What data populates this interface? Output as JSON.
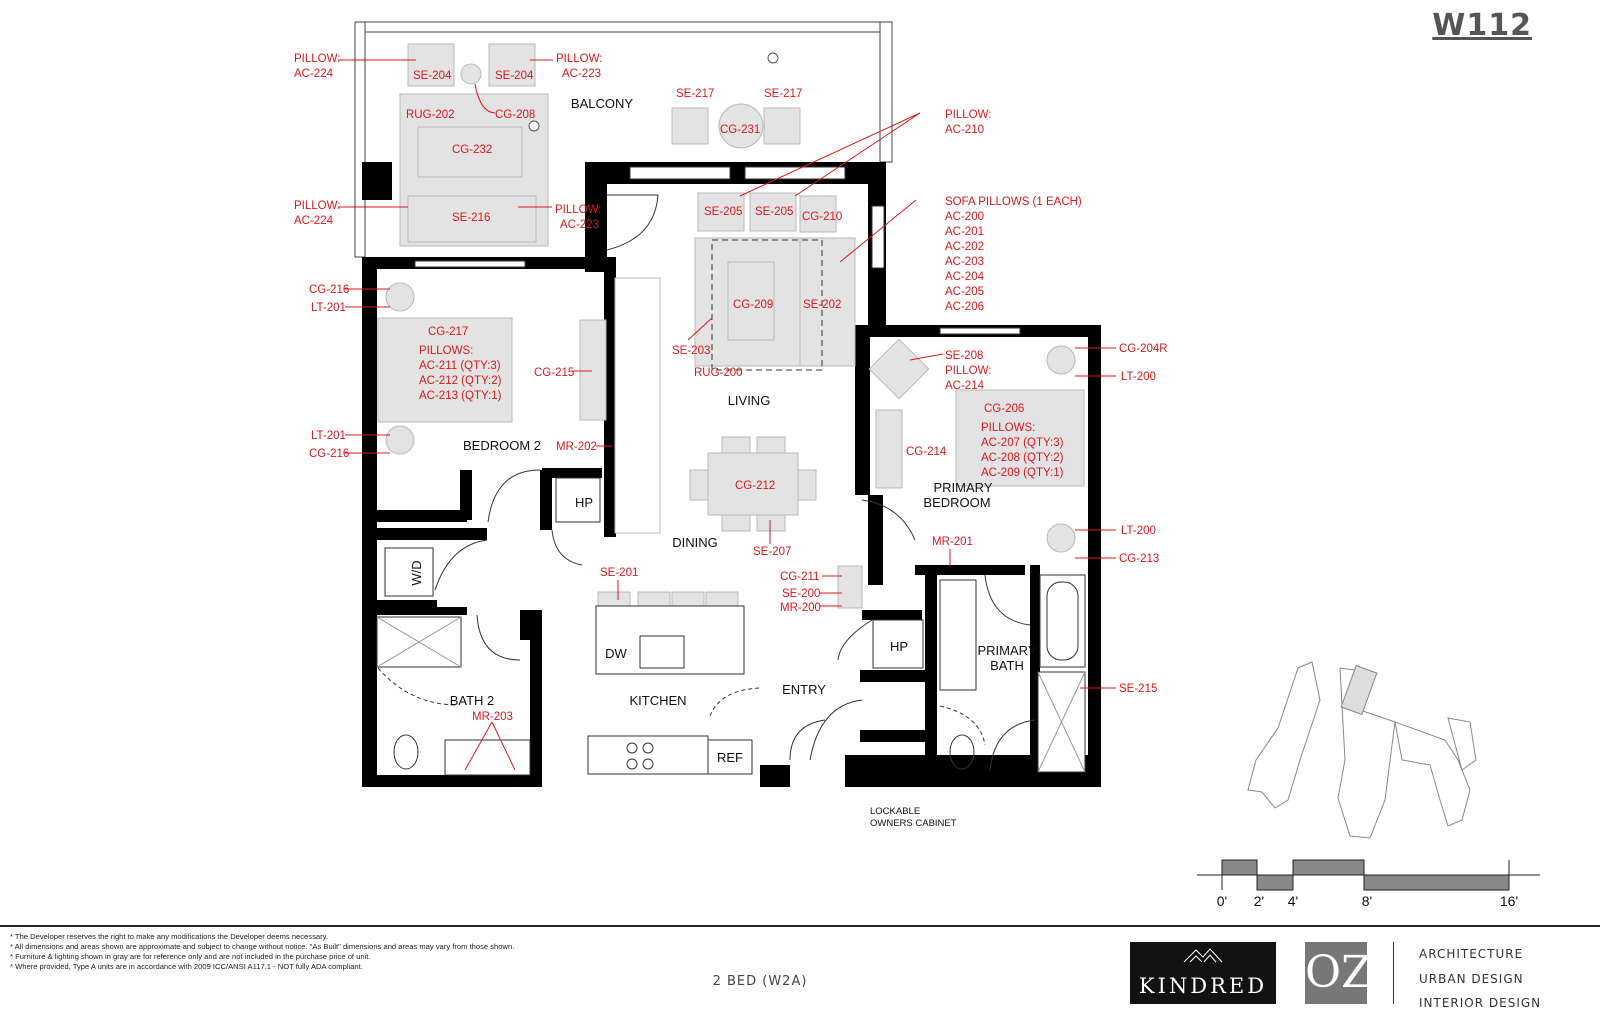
{
  "header": {
    "unit_id": "W112"
  },
  "rooms": {
    "balcony": "BALCONY",
    "bedroom2": "BEDROOM 2",
    "living": "LIVING",
    "dining": "DINING",
    "kitchen": "KITCHEN",
    "entry": "ENTRY",
    "bath2": "BATH 2",
    "primary_bedroom": [
      "PRIMARY",
      "BEDROOM"
    ],
    "primary_bath": [
      "PRIMARY",
      "BATH"
    ]
  },
  "fixtures": {
    "wd": "W/D",
    "hp": "HP",
    "dw": "DW",
    "ref": "REF"
  },
  "cabinet_note": [
    "LOCKABLE",
    "OWNERS CABINET"
  ],
  "tags": {
    "pillow_ac224": [
      "PILLOW:",
      "AC-224"
    ],
    "pillow_ac223": [
      "PILLOW:",
      "AC-223"
    ],
    "pillow_ac210": [
      "PILLOW:",
      "AC-210"
    ],
    "pillow_ac214": [
      "PILLOW:",
      "AC-214"
    ],
    "sofa_pillows": [
      "SOFA PILLOWS (1 EACH)",
      "AC-200",
      "AC-201",
      "AC-202",
      "AC-203",
      "AC-204",
      "AC-205",
      "AC-206"
    ],
    "bed2_pillows": [
      "PILLOWS:",
      "AC-211 (QTY:3)",
      "AC-212 (QTY:2)",
      "AC-213 (QTY:1)"
    ],
    "primary_pillows": [
      "PILLOWS:",
      "AC-207 (QTY:3)",
      "AC-208 (QTY:2)",
      "AC-209 (QTY:1)"
    ],
    "se204": "SE-204",
    "cg208": "CG-208",
    "rug202": "RUG-202",
    "cg232": "CG-232",
    "se216": "SE-216",
    "se217": "SE-217",
    "cg231": "CG-231",
    "se205": "SE-205",
    "cg210": "CG-210",
    "cg209": "CG-209",
    "se202": "SE-202",
    "se203": "SE-203",
    "rug200": "RUG-200",
    "cg216": "CG-216",
    "lt201": "LT-201",
    "cg217": "CG-217",
    "cg215": "CG-215",
    "mr202": "MR-202",
    "cg212": "CG-212",
    "se207": "SE-207",
    "se201": "SE-201",
    "cg211": "CG-211",
    "se200": "SE-200",
    "mr200": "MR-200",
    "mr203": "MR-203",
    "se208": "SE-208",
    "cg204r": "CG-204R",
    "lt200": "LT-200",
    "cg206": "CG-206",
    "cg214": "CG-214",
    "mr201": "MR-201",
    "cg213": "CG-213",
    "se215": "SE-215"
  },
  "scale_bar": {
    "labels": [
      "0'",
      "2'",
      "4'",
      "8'",
      "16'"
    ]
  },
  "footer": {
    "notes": [
      "* The Developer reserves the right to make any modifications the Developer deems necessary.",
      "* All dimensions and areas shown are approximate and subject to change without notice. \"As Built\" dimensions and areas may vary from those shown.",
      "* Furniture & lighting shown in gray are for reference only and are not included in the purchase price of unit.",
      "* Where provided, Type A units are in accordance with 2009 ICC/ANSI A117.1 - NOT fully ADA compliant."
    ],
    "unit_type": "2 BED (W2A)",
    "developer_logo": "KINDRED",
    "architect_logo": "OZ",
    "firm_services": [
      "ARCHITECTURE",
      "URBAN DESIGN",
      "INTERIOR DESIGN"
    ]
  },
  "colors": {
    "tag": "#e0161b",
    "furniture": "#e3e3e3",
    "wall": "#000000"
  }
}
